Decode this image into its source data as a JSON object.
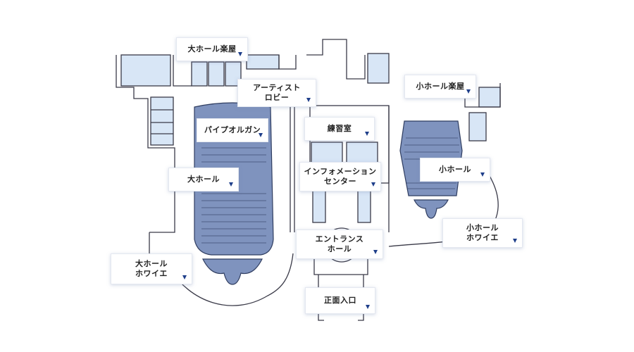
{
  "colors": {
    "wall": "#3a3a48",
    "room_fill": "#d8e6f6",
    "hall_fill": "#7f93be",
    "hall_stroke": "#2f3d60",
    "arrow": "#1f3f8a"
  },
  "labels": {
    "dai_hall_gakuya": {
      "text": "大ホール楽屋",
      "icon": "triangle-down-arrow"
    },
    "artist_lobby": {
      "text": "アーティスト\nロビー",
      "icon": "triangle-down-arrow"
    },
    "sho_hall_gakuya": {
      "text": "小ホール楽屋",
      "icon": "triangle-down-arrow"
    },
    "pipe_organ": {
      "text": "パイプオルガン",
      "icon": "triangle-down-arrow"
    },
    "renshushitsu": {
      "text": "練習室",
      "icon": "triangle-down-arrow"
    },
    "dai_hall": {
      "text": "大ホール",
      "icon": "triangle-down-arrow"
    },
    "information_center": {
      "text": "インフォメーション\nセンター",
      "icon": "triangle-down-arrow"
    },
    "sho_hall": {
      "text": "小ホール",
      "icon": "triangle-down-arrow"
    },
    "sho_hall_foyer": {
      "text": "小ホール\nホワイエ",
      "icon": "triangle-down-arrow"
    },
    "entrance_hall": {
      "text": "エントランス\nホール",
      "icon": "triangle-down-arrow"
    },
    "dai_hall_foyer": {
      "text": "大ホール\nホワイエ",
      "icon": "triangle-down-arrow"
    },
    "shomen_iriguchi": {
      "text": "正面入口",
      "icon": "triangle-down-arrow"
    }
  }
}
